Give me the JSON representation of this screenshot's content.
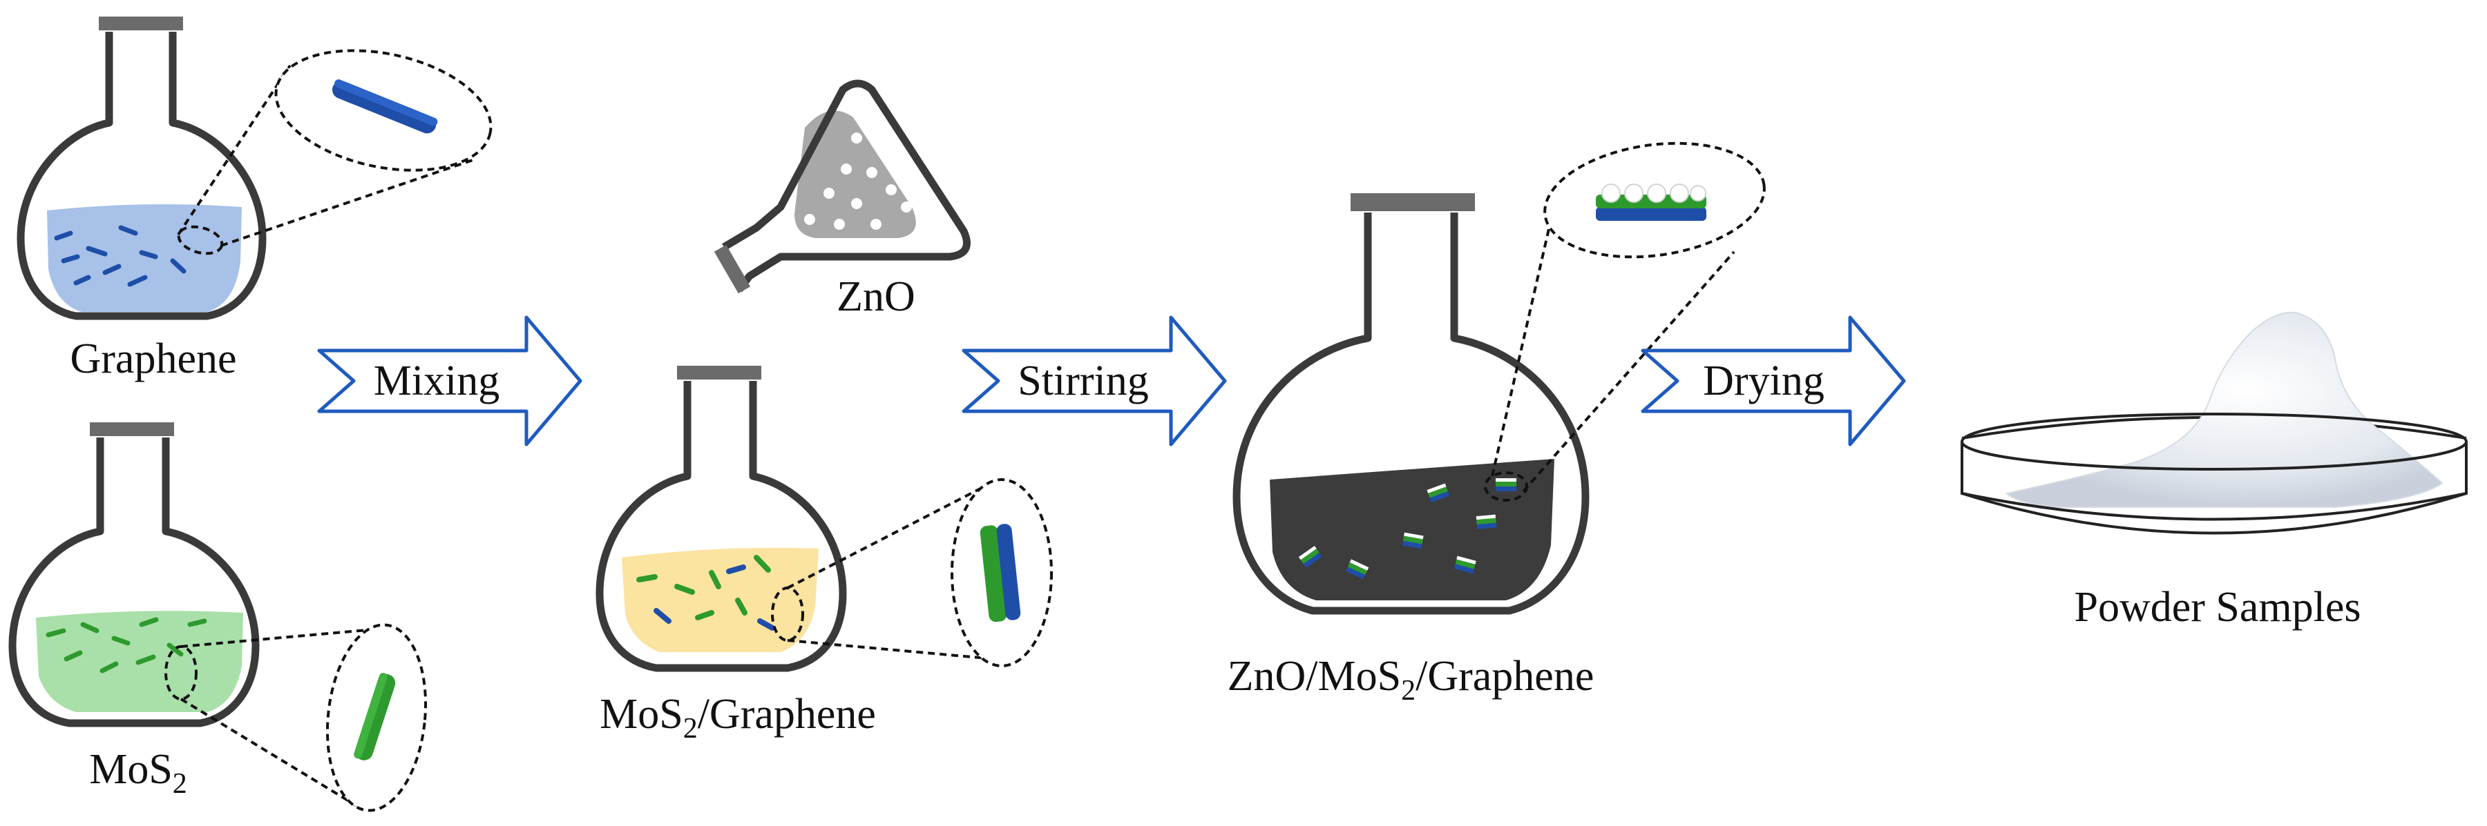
{
  "labels": {
    "graphene": "Graphene",
    "mos2_base": "MoS",
    "mos2_sub": "2",
    "mos2_graphene_pre": "MoS",
    "mos2_graphene_sub": "2",
    "mos2_graphene_post": "/Graphene",
    "zno": "ZnO",
    "composite_pre": "ZnO/MoS",
    "composite_sub": "2",
    "composite_post": "/Graphene",
    "powder": "Powder Samples"
  },
  "steps": {
    "mixing": "Mixing",
    "stirring": "Stirring",
    "drying": "Drying"
  },
  "colors": {
    "flask_stroke": "#3a3a3a",
    "stopper": "#6b6b6b",
    "graphene_liquid": "#a7c1e8",
    "mos2_liquid": "#a9e0a9",
    "mixed_liquid": "#fbe3a0",
    "composite_liquid": "#3c3c3c",
    "graphene_sheet": "#1f4ea8",
    "mos2_sheet": "#2e9a2e",
    "arrow_stroke": "#1f5bbf",
    "funnel_fill": "#a8a8a8",
    "powder": "#e6ecf4"
  }
}
